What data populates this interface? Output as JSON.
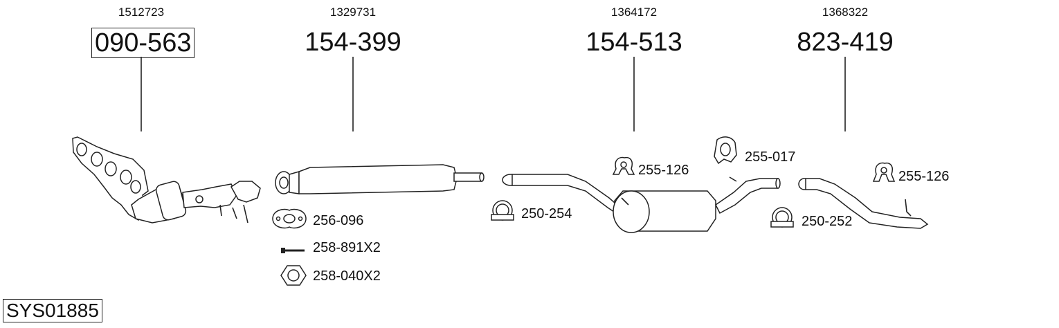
{
  "system_code": "SYS01885",
  "main_parts": [
    {
      "oem": "1512723",
      "part": "090-563",
      "boxed": true
    },
    {
      "oem": "1329731",
      "part": "154-399",
      "boxed": false
    },
    {
      "oem": "1364172",
      "part": "154-513",
      "boxed": false
    },
    {
      "oem": "1368322",
      "part": "823-419",
      "boxed": false
    }
  ],
  "accessories": [
    {
      "label": "256-096"
    },
    {
      "label": "258-891X2"
    },
    {
      "label": "258-040X2"
    },
    {
      "label": "250-254"
    },
    {
      "label": "255-126"
    },
    {
      "label": "255-017"
    },
    {
      "label": "250-252"
    },
    {
      "label": "255-126"
    }
  ]
}
